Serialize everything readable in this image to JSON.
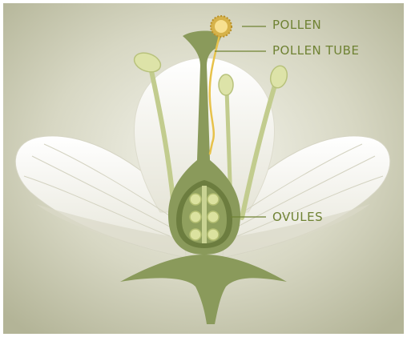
{
  "labels": {
    "pollen": "POLLEN",
    "pollen_tube": "POLLEN TUBE",
    "ovules": "OVULES"
  },
  "colors": {
    "background": "#b9b99c",
    "petal": "#f3f2ea",
    "petal_shade": "#dcdccc",
    "carpel": "#8a9a5b",
    "carpel_dark": "#6c7d3f",
    "filament": "#c2cc8e",
    "anther": "#dde3a8",
    "ovule": "#dbe29f",
    "pollen": "#f0c84a",
    "pollen_tube": "#e7c24a",
    "label_text": "#6f8233",
    "leader_line": "#6f8233"
  }
}
